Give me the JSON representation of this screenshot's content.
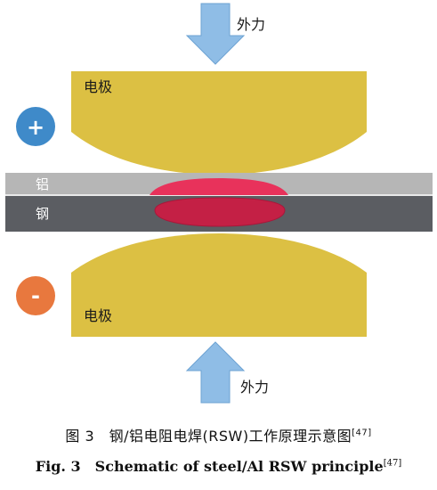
{
  "labels": {
    "force_top": "外力",
    "force_bottom": "外力",
    "electrode_top": "电极",
    "electrode_bottom": "电极",
    "aluminum": "铝",
    "steel": "钢",
    "plus": "+",
    "minus": "-"
  },
  "caption": {
    "cn": "图 3　钢/铝电阻电焊(RSW)工作原理示意图",
    "cn_ref": "[47]",
    "en": "Fig. 3　Schematic of steel/Al RSW principle",
    "en_ref": "[47]"
  },
  "colors": {
    "electrode": "#dcc043",
    "aluminum_sheet": "#b6b6b6",
    "steel_sheet": "#5b5d62",
    "nugget_al": "#e8325b",
    "nugget_steel": "#c42045",
    "arrow": "#8fbde6",
    "plus_circle": "#3f8ac9",
    "minus_circle": "#e8783e"
  }
}
